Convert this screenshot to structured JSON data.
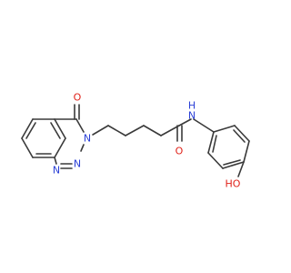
{
  "molecule": {
    "colors": {
      "bond": "#3a3a3a",
      "O": "#e0221a",
      "N": "#2a3fd6"
    },
    "atoms": [
      {
        "id": "o_ketone",
        "element": "O",
        "label": "O"
      },
      {
        "id": "n3",
        "element": "N",
        "label": "N"
      },
      {
        "id": "n2",
        "element": "N",
        "label": "N"
      },
      {
        "id": "n1",
        "element": "N",
        "label": "N"
      },
      {
        "id": "nh_amide",
        "element": "N",
        "label": "N"
      },
      {
        "id": "h_amide",
        "element": "H",
        "label": "H"
      },
      {
        "id": "o_amide",
        "element": "O",
        "label": "O"
      },
      {
        "id": "oh_phenol",
        "element": "O",
        "label": "HO"
      }
    ]
  }
}
